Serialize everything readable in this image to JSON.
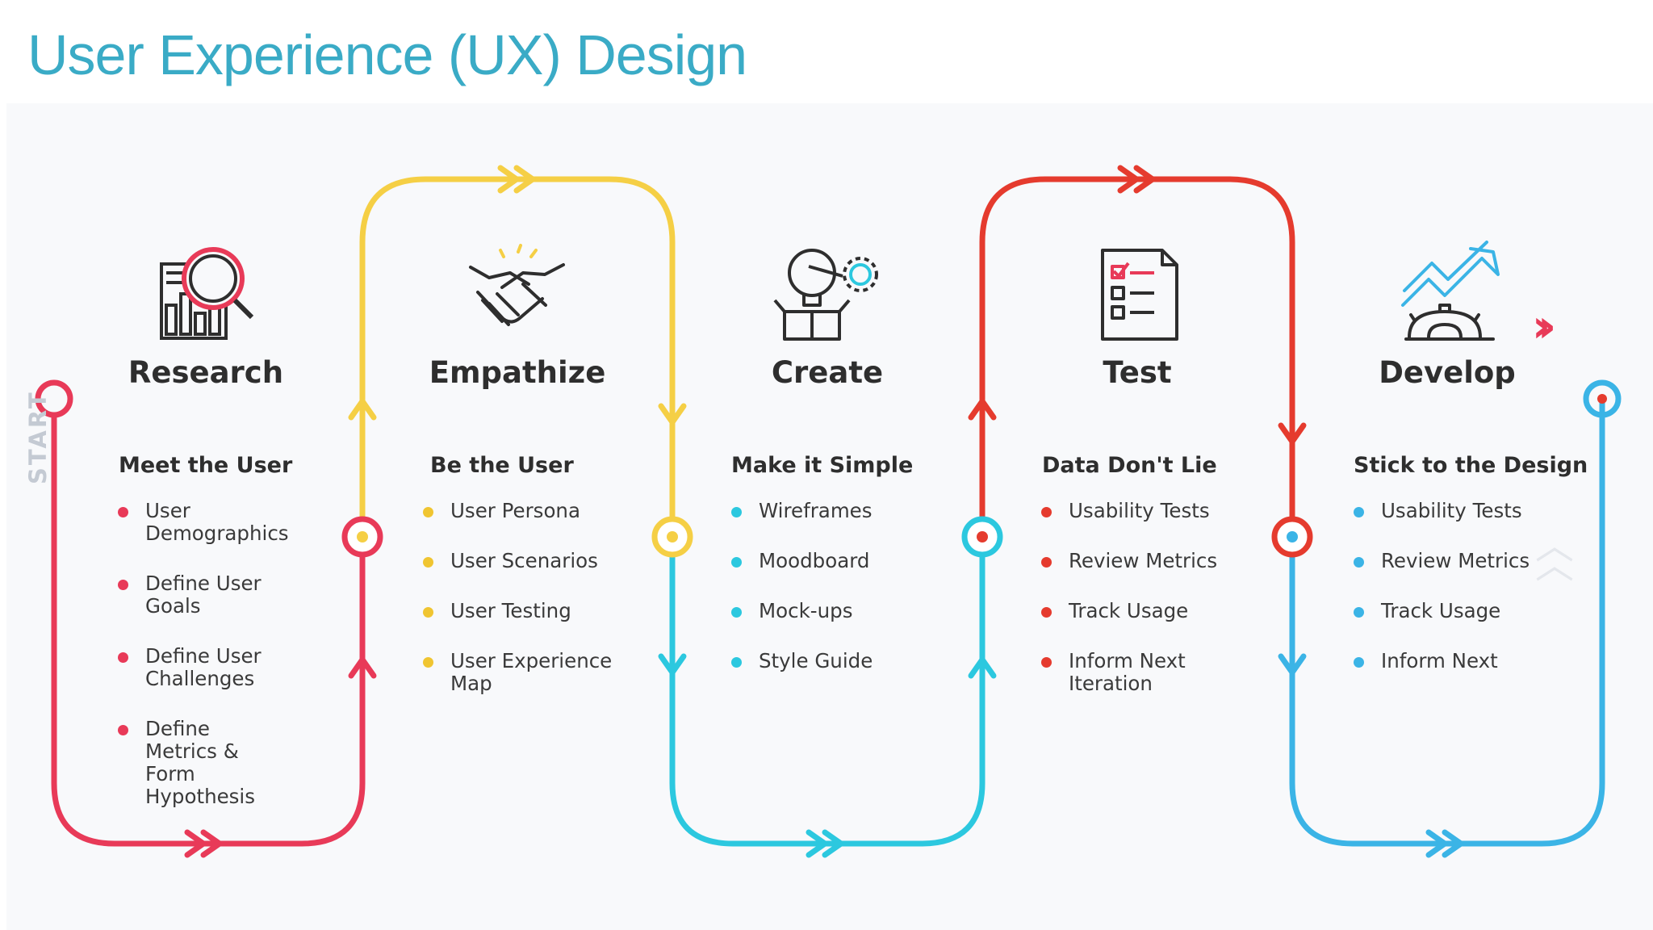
{
  "title": "User Experience (UX) Design",
  "start_label": "START",
  "colors": {
    "title": "#3aabc6",
    "research": "#e83a58",
    "empathize": "#f5cf45",
    "create": "#2cc8df",
    "test": "#e53b2e",
    "develop": "#3bb4e6",
    "text": "#2e2e2e"
  },
  "stages": [
    {
      "title": "Research",
      "icon": "magnifier-chart-icon",
      "subtitle": "Meet the User",
      "bullet_color": "#e83a58",
      "items": [
        "User Demographics",
        "Define User Goals",
        "Define User Challenges",
        "Define Metrics & Form Hypothesis"
      ]
    },
    {
      "title": "Empathize",
      "icon": "handshake-icon",
      "subtitle": "Be the User",
      "bullet_color": "#f0c531",
      "items": [
        "User Persona",
        "User Scenarios",
        "User Testing",
        "User Experience Map"
      ]
    },
    {
      "title": "Create",
      "icon": "lightbulb-box-gear-icon",
      "subtitle": "Make it Simple",
      "bullet_color": "#2cc8df",
      "items": [
        "Wireframes",
        "Moodboard",
        "Mock-ups",
        "Style Guide"
      ]
    },
    {
      "title": "Test",
      "icon": "clipboard-checklist-icon",
      "subtitle": "Data Don't Lie",
      "bullet_color": "#e53b2e",
      "items": [
        "Usability Tests",
        "Review Metrics",
        "Track Usage",
        "Inform Next Iteration"
      ]
    },
    {
      "title": "Develop",
      "icon": "growth-arrow-gear-icon",
      "subtitle": "Stick to the Design",
      "bullet_color": "#3bb4e6",
      "items": [
        "Usability Tests",
        "Review Metrics",
        "Track Usage",
        "Inform Next"
      ]
    }
  ]
}
